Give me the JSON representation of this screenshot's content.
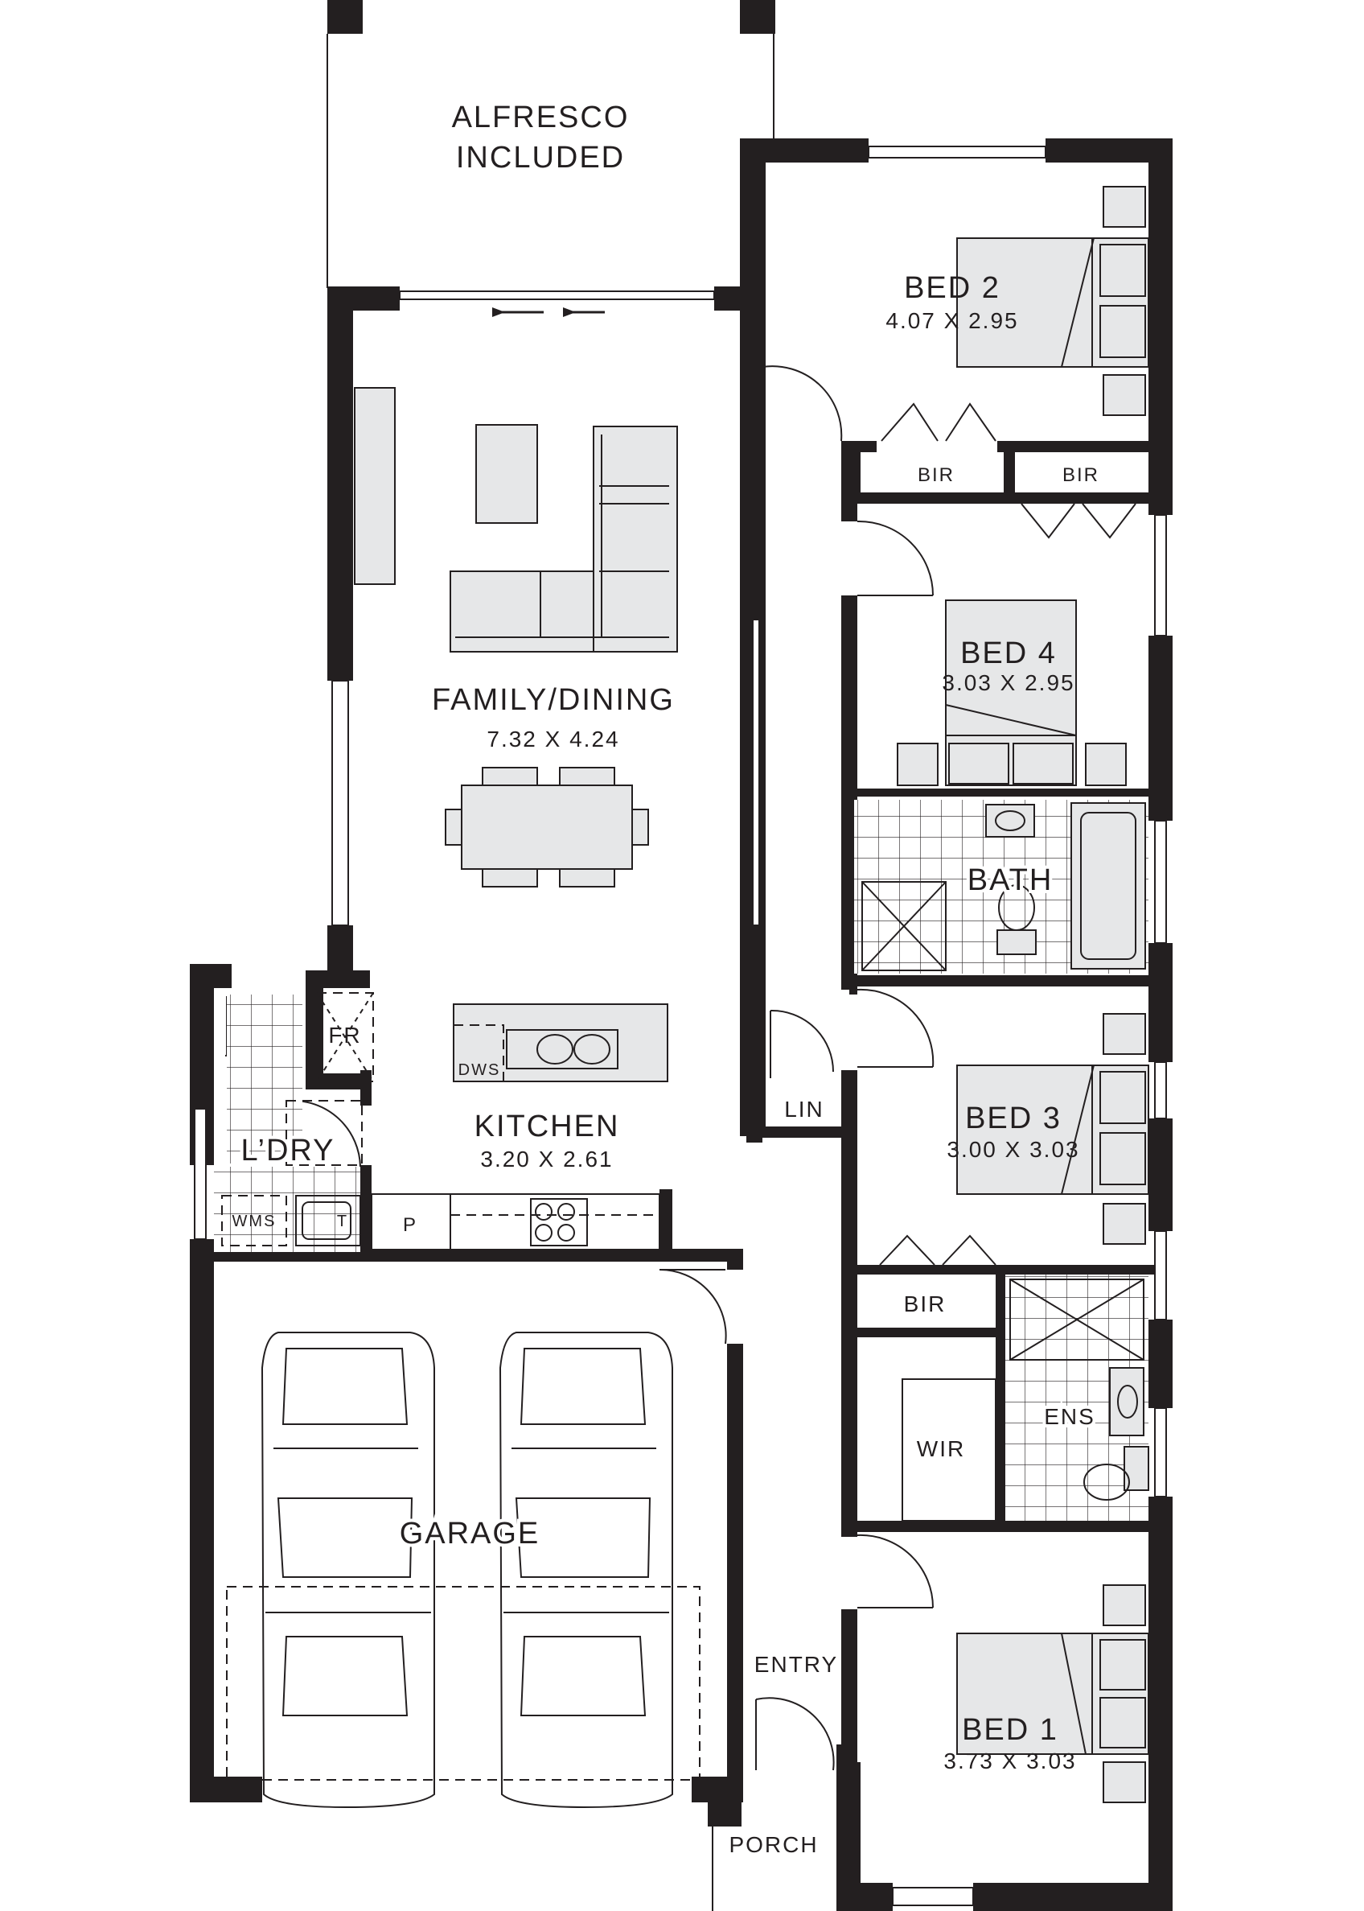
{
  "rooms": {
    "alfresco": {
      "line1": "ALFRESCO",
      "line2": "INCLUDED"
    },
    "bed2": {
      "name": "BED 2",
      "dims": "4.07 X 2.95"
    },
    "bir_bed2": "BIR",
    "bir_bed4": "BIR",
    "bed4": {
      "name": "BED 4",
      "dims": "3.03 X 2.95"
    },
    "family_dining": {
      "name": "FAMILY/DINING",
      "dims": "7.32 X 4.24"
    },
    "bath": "BATH",
    "fridge": "FR",
    "dishwasher": "DWS",
    "laundry": "L’DRY",
    "kitchen": {
      "name": "KITCHEN",
      "dims": "3.20 X 2.61"
    },
    "linen": "LIN",
    "bed3": {
      "name": "BED 3",
      "dims": "3.00 X 3.03"
    },
    "wms": "WMS",
    "tub": "T",
    "pantry": "P",
    "bir_bed3": "BIR",
    "wir": "WIR",
    "ensuite": "ENS",
    "garage": "GARAGE",
    "entry": "ENTRY",
    "bed1": {
      "name": "BED 1",
      "dims": "3.73 X 3.03"
    },
    "porch": "PORCH"
  }
}
